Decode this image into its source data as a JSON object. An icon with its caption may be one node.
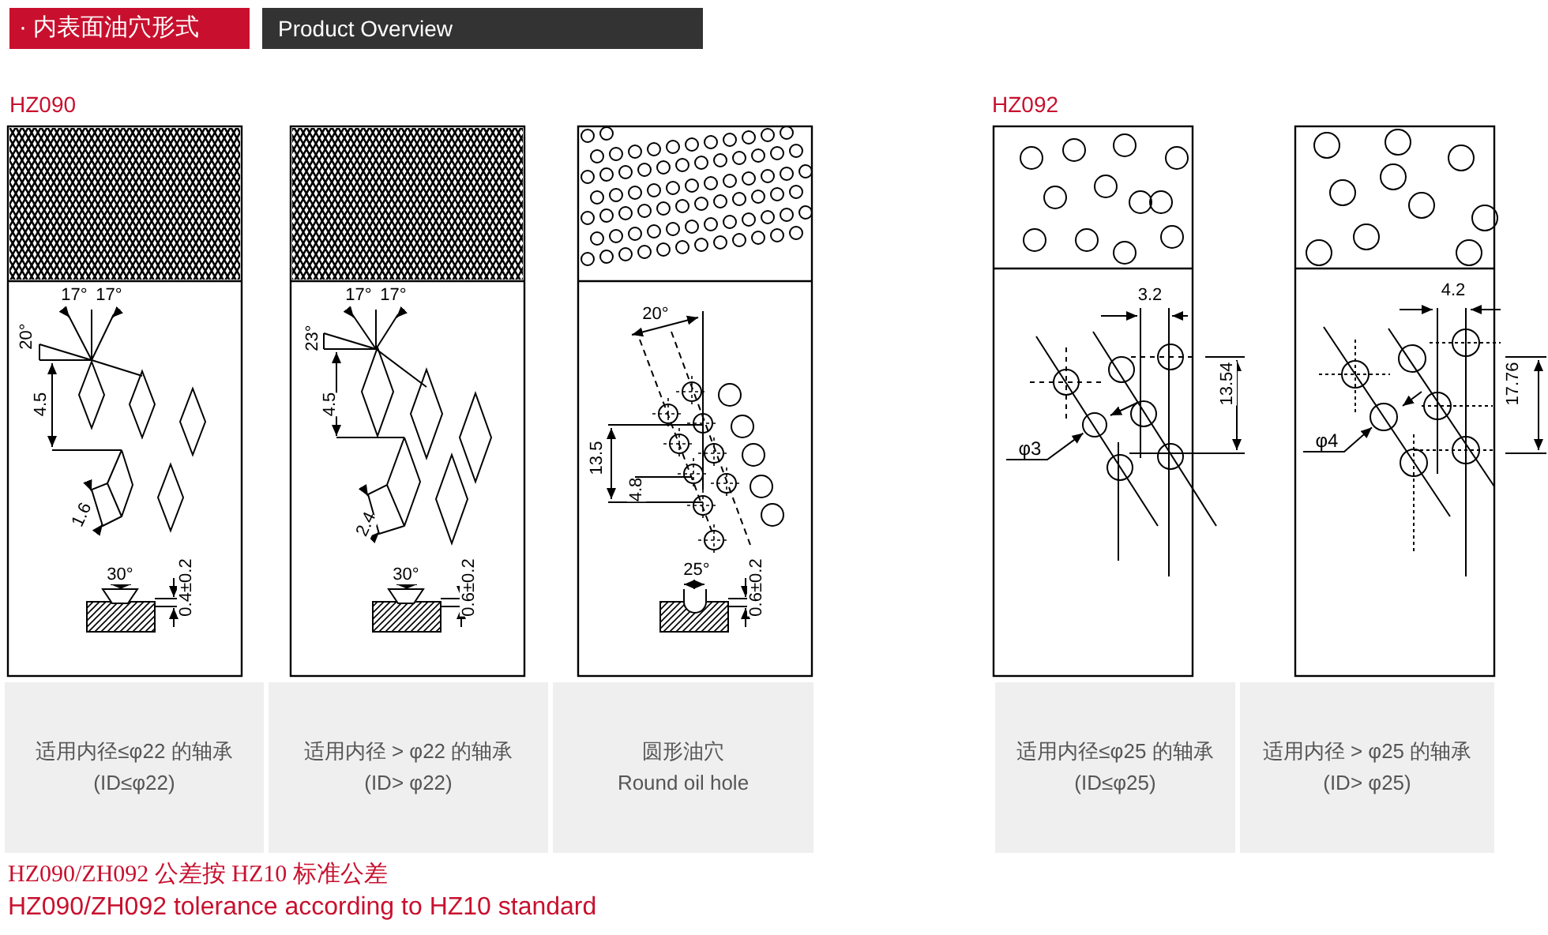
{
  "diagram": {
    "title": "· 内表面油穴形式",
    "nodes": [
      {
        "text": [
          "适用内径≤φ22 的轴承",
          "(ID≤φ22)"
        ]
      },
      {
        "text": [
          "适用内径 > φ22 的轴承",
          "(ID> φ22)"
        ]
      },
      {
        "text": [
          "圆形油穴",
          "Round oil hole"
        ]
      },
      {
        "text": [
          "适用内径≤φ25 的轴承",
          "(ID≤φ25)"
        ]
      },
      {
        "text": [
          "适用内径 > φ25 的轴承",
          "(ID> φ25)"
        ]
      },
      {
        "text": [
          "φ3"
        ]
      },
      {
        "text": [],
        "shape": "circle"
      },
      {
        "text": [
          "φ4"
        ]
      },
      {
        "text": [],
        "shape": "circle"
      }
    ],
    "edges": [
      {
        "from": 5,
        "to": 6,
        "arrow": "to"
      },
      {
        "from": 7,
        "to": 8,
        "arrow": "to"
      }
    ],
    "labels": [
      "Product Overview",
      "HZ090",
      "HZ092",
      "17°",
      "17°",
      "20°",
      "4.5",
      "1.6",
      "30°",
      "0.4±0.2",
      "17°",
      "17°",
      "23°",
      "4.5",
      "2.4",
      "30°",
      "0.6±0.2",
      "20°",
      "13.5",
      "4.8",
      "25°",
      "0.6±0.2",
      "3.2",
      "13.54",
      "4.2",
      "17.76",
      "HZ090/ZH092 公差按 HZ10 标准公差",
      "HZ090/ZH092 tolerance according to HZ10 standard"
    ]
  }
}
